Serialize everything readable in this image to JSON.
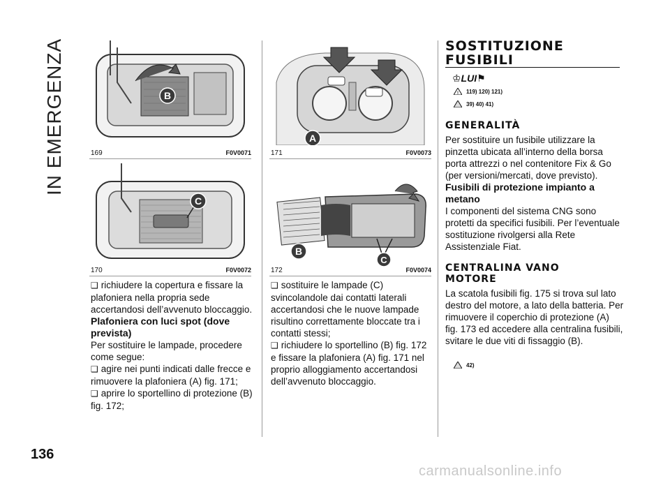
{
  "side_title": "IN EMERGENZA",
  "page_number": "136",
  "figures": [
    {
      "num": "169",
      "code": "F0V0071",
      "callout": "B"
    },
    {
      "num": "170",
      "code": "F0V0072",
      "callout": "C"
    },
    {
      "num": "171",
      "code": "F0V0073",
      "callout": "A"
    },
    {
      "num": "172",
      "code": "F0V0074",
      "callout_b": "B",
      "callout_c": "C"
    }
  ],
  "col1": {
    "b1": "richiudere la copertura e fissare la plafoniera nella propria sede accertandosi dell’avvenuto bloccaggio.",
    "h": "Plafoniera con luci spot (dove prevista)",
    "p1": "Per sostituire le lampade, procedere come segue:",
    "b2": "agire nei punti indicati dalle frecce e rimuovere la plafoniera (A) fig. 171;",
    "b3": "aprire lo sportellino di protezione (B) fig. 172;"
  },
  "col2": {
    "b1": "sostituire le lampade (C) svincolandole dai contatti laterali accertandosi che le nuove lampade risultino correttamente bloccate tra i contatti stessi;",
    "b2": "richiudere lo sportellino (B) fig. 172 e fissare la plafoniera (A) fig. 171 nel proprio alloggiamento accertandosi dell’avvenuto bloccaggio."
  },
  "col3": {
    "title_line1": "SOSTITUZIONE",
    "title_line2": "FUSIBILI",
    "icon_text": "♔LUI⚑",
    "warn1": "119)  120)  121)",
    "warn2": "39)  40)  41)",
    "h1": "GENERALITÀ",
    "p1": "Per sostituire un fusibile utilizzare la pinzetta ubicata all’interno della borsa porta attrezzi o nel contenitore Fix & Go (per versioni/mercati, dove previsto).",
    "h2": "Fusibili di protezione impianto a metano",
    "p2": "I componenti del sistema CNG sono protetti da specifici fusibili. Per l’eventuale sostituzione rivolgersi alla Rete Assistenziale Fiat.",
    "h3_line1": "CENTRALINA VANO",
    "h3_line2": "MOTORE",
    "p3": "La scatola fusibili fig. 175 si trova sul lato destro del motore, a lato della batteria. Per rimuovere il coperchio di protezione (A) fig. 173 ed accedere alla centralina fusibili, svitare le due viti di fissaggio (B).",
    "warn3": "42)"
  },
  "watermark": "carmanualsonline.info"
}
